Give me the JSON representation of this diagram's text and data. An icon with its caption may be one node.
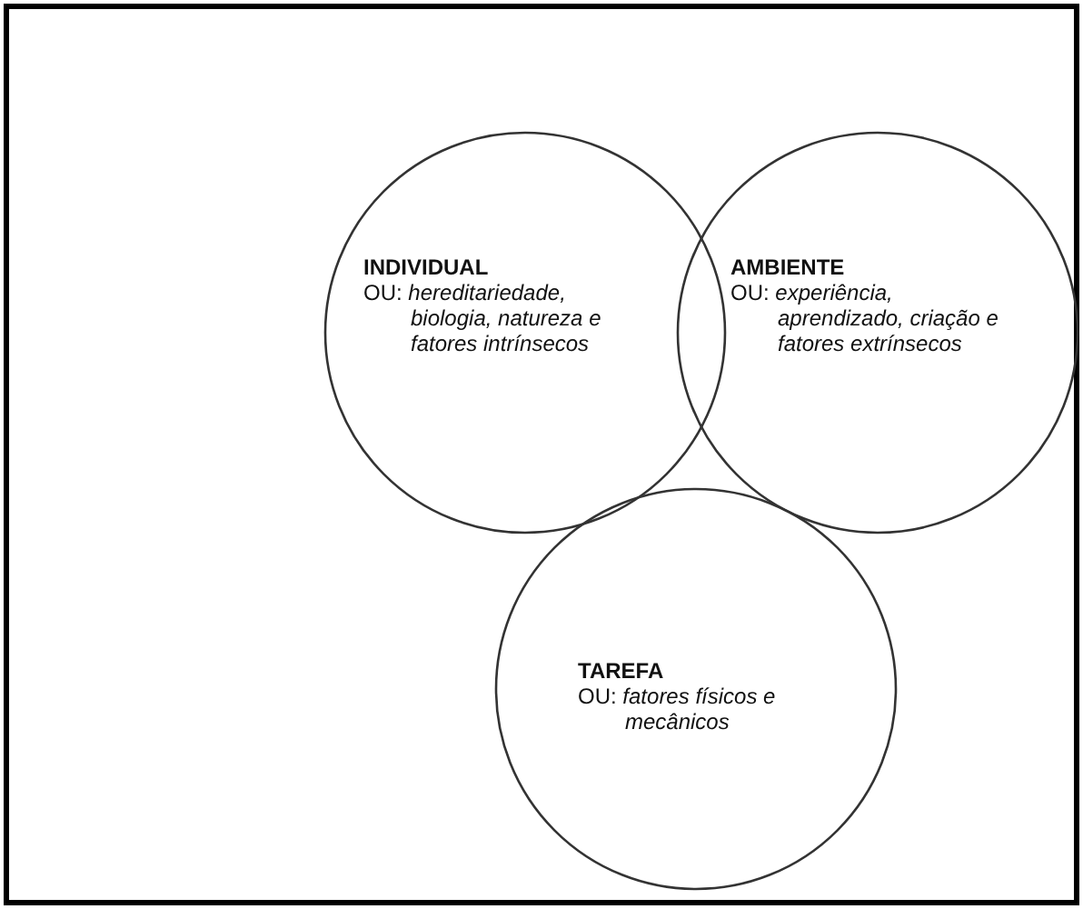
{
  "diagram": {
    "nodes": [
      {
        "text": [
          "INDIVIDUAL",
          "OU: *hereditariedade, biologia, natureza e fatores intrínsecos*"
        ]
      },
      {
        "text": [
          "AMBIENTE",
          "OU: *experiência, aprendizado, criação e fatores extrínsecos*"
        ]
      },
      {
        "text": [
          "TAREFA",
          "OU: *fatores físicos e mecânicos*"
        ]
      }
    ],
    "edges": []
  }
}
